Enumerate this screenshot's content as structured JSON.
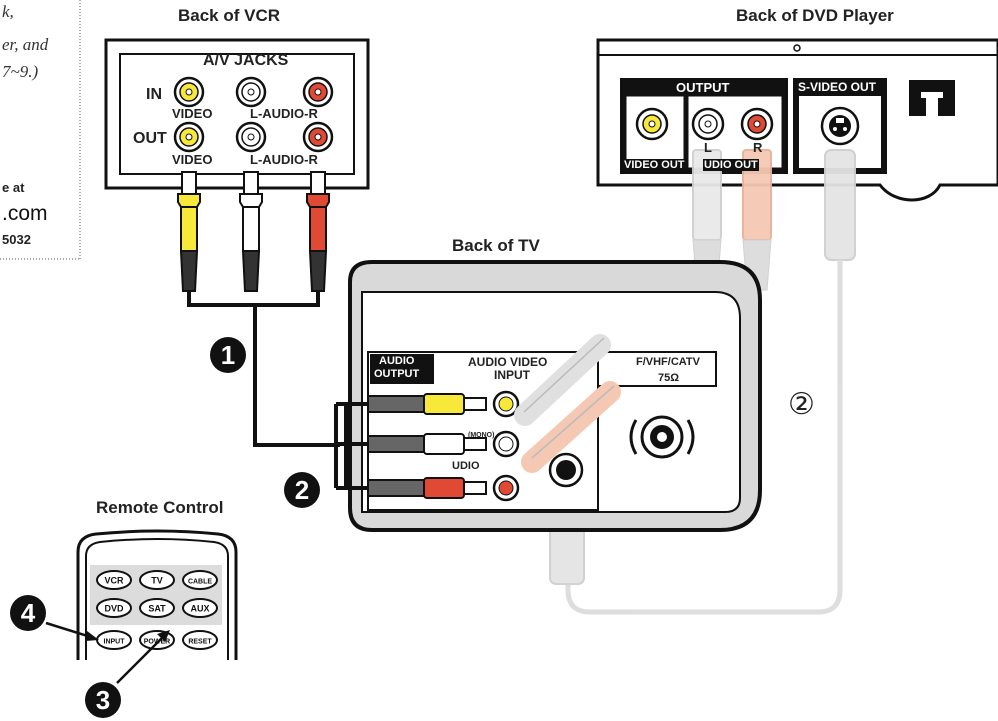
{
  "headings": {
    "vcr": "Back of VCR",
    "dvd": "Back of DVD Player",
    "tv": "Back of TV",
    "remote": "Remote Control"
  },
  "sidebar": {
    "line1": "k,",
    "line2": "er, and",
    "line3": "7~9.)",
    "online_prefix": "e at",
    "url": ".com",
    "phone": "5032"
  },
  "vcr_panel": {
    "title": "A/V JACKS",
    "in_label": "IN",
    "out_label": "OUT",
    "video_in": "VIDEO",
    "audio_in": "L-AUDIO-R",
    "video_out": "VIDEO",
    "audio_out": "L-AUDIO-R"
  },
  "dvd_panel": {
    "output": "OUTPUT",
    "svideo_out": "S-VIDEO OUT",
    "video_out": "VIDEO OUT",
    "audio_out": "UDIO OUT",
    "left": "L",
    "right": "R"
  },
  "tv_panel": {
    "audio_output": "AUDIO OUTPUT",
    "audio_output_1": "AUDIO",
    "audio_output_2": "OUTPUT",
    "av_input_1": "AUDIO VIDEO",
    "av_input_2": "INPUT",
    "rf_1": "F/VHF/CATV",
    "rf_2": "75Ω",
    "mono": "(MONO)",
    "audio": "UDIO"
  },
  "remote_buttons": [
    "VCR",
    "TV",
    "CABLE",
    "DVD",
    "SAT",
    "AUX",
    "INPUT",
    "POWER",
    "RESET"
  ],
  "steps": [
    "1",
    "2",
    "3",
    "4"
  ],
  "step_option_2": "②",
  "colors": {
    "yellow": "#f7e83a",
    "white": "#ffffff",
    "red": "#e04a34",
    "faded_cable": "#d8d8d8",
    "faded_red": "#f5c8b4",
    "outline": "#111111",
    "tv_body": "#d9d9d9"
  }
}
